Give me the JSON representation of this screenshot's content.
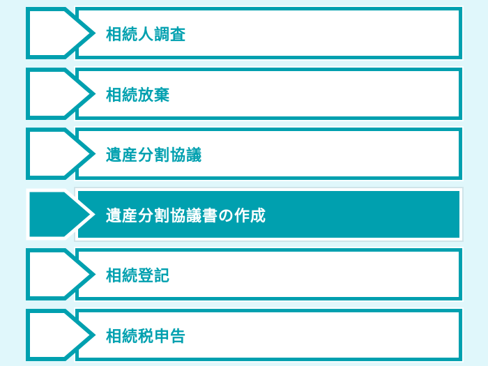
{
  "page": {
    "background_color": "#e0f7fb"
  },
  "theme": {
    "accent_teal": "#00a0af",
    "box_fill": "#ffffff",
    "active_fill": "#00a0af",
    "active_text": "#ffffff"
  },
  "steps": {
    "active_index": 3,
    "items": [
      {
        "label": "相続人調査",
        "active": false
      },
      {
        "label": "相続放棄",
        "active": false
      },
      {
        "label": "遺産分割協議",
        "active": false
      },
      {
        "label": "遺産分割協議書の作成",
        "active": true
      },
      {
        "label": "相続登記",
        "active": false
      },
      {
        "label": "相続税申告",
        "active": false
      }
    ]
  }
}
